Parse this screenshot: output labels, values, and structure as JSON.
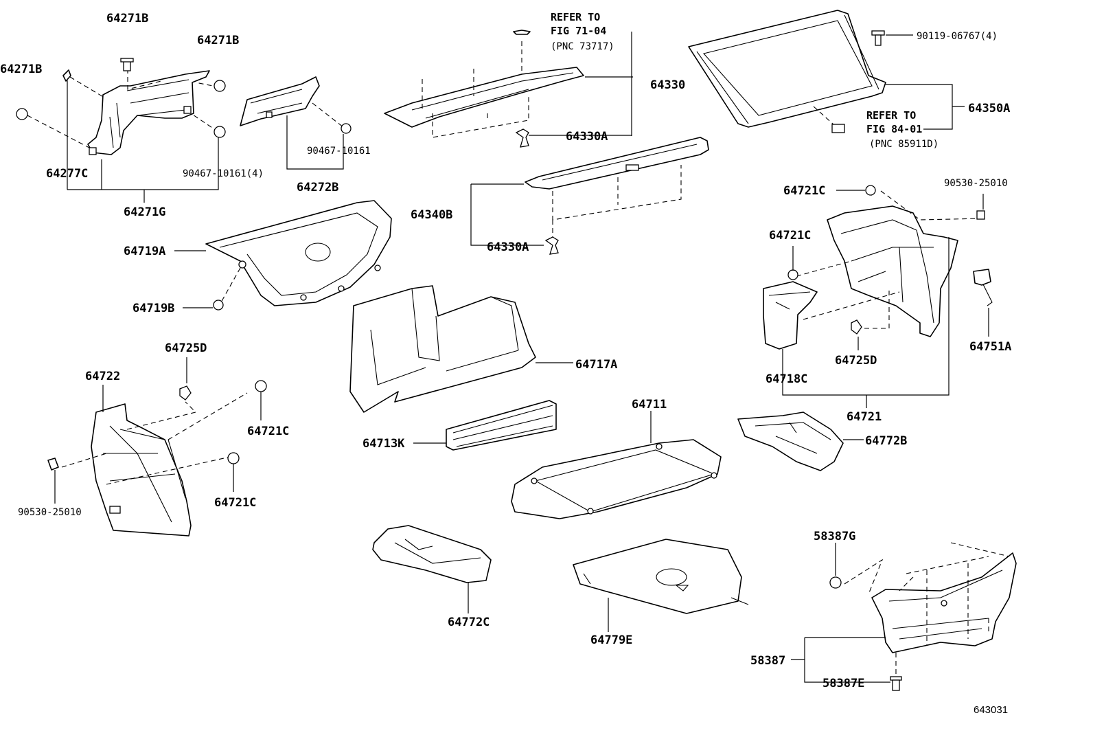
{
  "labels": {
    "p64271B_a": "64271B",
    "p64271B_b": "64271B",
    "p64271B_c": "64271B",
    "p64277C": "64277C",
    "p64271G": "64271G",
    "p90467_10161_4": "90467-10161(4)",
    "p90467_10161": "90467-10161",
    "p64272B": "64272B",
    "p64330": "64330",
    "p64330A_a": "64330A",
    "p64330A_b": "64330A",
    "p64340B": "64340B",
    "p90119": "90119-06767(4)",
    "p64350A": "64350A",
    "p64719A": "64719A",
    "p64719B": "64719B",
    "p64717A": "64717A",
    "p64721C_a": "64721C",
    "p64721C_b": "64721C",
    "p64721C_c": "64721C",
    "p64721C_d": "64721C",
    "p90530_a": "90530-25010",
    "p90530_b": "90530-25010",
    "p64751A": "64751A",
    "p64725D_a": "64725D",
    "p64725D_b": "64725D",
    "p64718C": "64718C",
    "p64721": "64721",
    "p64722": "64722",
    "p64711": "64711",
    "p64713K": "64713K",
    "p64772B": "64772B",
    "p64772C": "64772C",
    "p64779E": "64779E",
    "p58387G": "58387G",
    "p58387": "58387",
    "p58387E": "58387E"
  },
  "references": {
    "ref1": {
      "line1": "REFER TO",
      "line2": "FIG 71-04",
      "line3": "(PNC 73717)"
    },
    "ref2": {
      "line1": "REFER TO",
      "line2": "FIG 84-01",
      "line3": "(PNC 85911D)"
    }
  },
  "figure_number": "643031"
}
